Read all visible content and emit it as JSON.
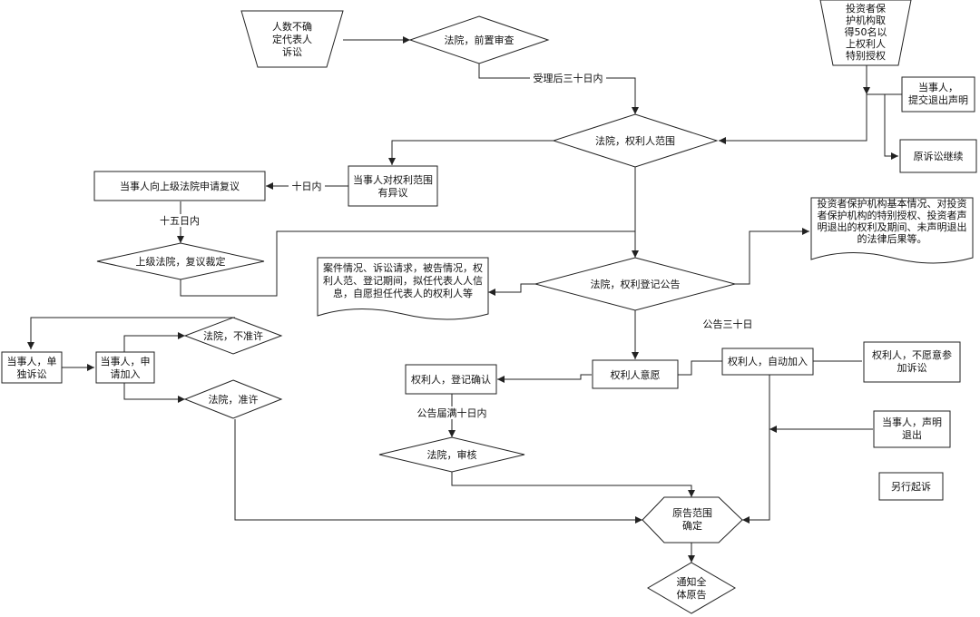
{
  "nodes": {
    "uncertain_rep": [
      "人数不确",
      "定代表人",
      "诉讼"
    ],
    "investor_protect": [
      "投资者保",
      "护机构取",
      "得50名以",
      "上权利人",
      "特别授权"
    ],
    "court_precheck": "法院，前置审查",
    "party_withdraw": [
      "当事人，",
      "提交退出声明"
    ],
    "original_continue": "原诉讼继续",
    "court_scope": "法院，权利人范围",
    "party_objection": [
      "当事人对权利范围",
      "有异议"
    ],
    "apply_review": "当事人向上级法院申请复议",
    "upper_court": "上级法院，复议裁定",
    "announce_content": [
      "投资者保护机构基本情况、对投资",
      "者保护机构的特别授权、投资者声",
      "明退出的权利及期间、未声明退出",
      "的法律后果等。"
    ],
    "case_info": [
      "案件情况、诉讼请求，被告情况，权",
      "利人范、登记期间，拟任代表人人信",
      "息，自愿担任代表人的权利人等"
    ],
    "court_register": "法院，权利登记公告",
    "court_deny": "法院，不准许",
    "court_allow": "法院，准许",
    "party_alone": [
      "当事人，单",
      "独诉讼"
    ],
    "party_join": [
      "当事人，申",
      "请加入"
    ],
    "holder_confirm": "权利人，登记确认",
    "holder_will": "权利人意愿",
    "holder_auto": "权利人，自动加入",
    "holder_unwilling": [
      "权利人，不愿意参",
      "加诉讼"
    ],
    "party_declare": [
      "当事人，声明",
      "退出"
    ],
    "separate_suit": "另行起诉",
    "court_audit": "法院，审核",
    "plaintiff_scope": [
      "原告范围",
      "确定"
    ],
    "notify_all": [
      "通知全",
      "体原告"
    ]
  },
  "labels": {
    "within_30_days": "受理后三十日内",
    "within_10_days": "十日内",
    "within_15_days": "十五日内",
    "announce_30_days": "公告三十日",
    "announce_full_10": "公告届满十日内"
  }
}
